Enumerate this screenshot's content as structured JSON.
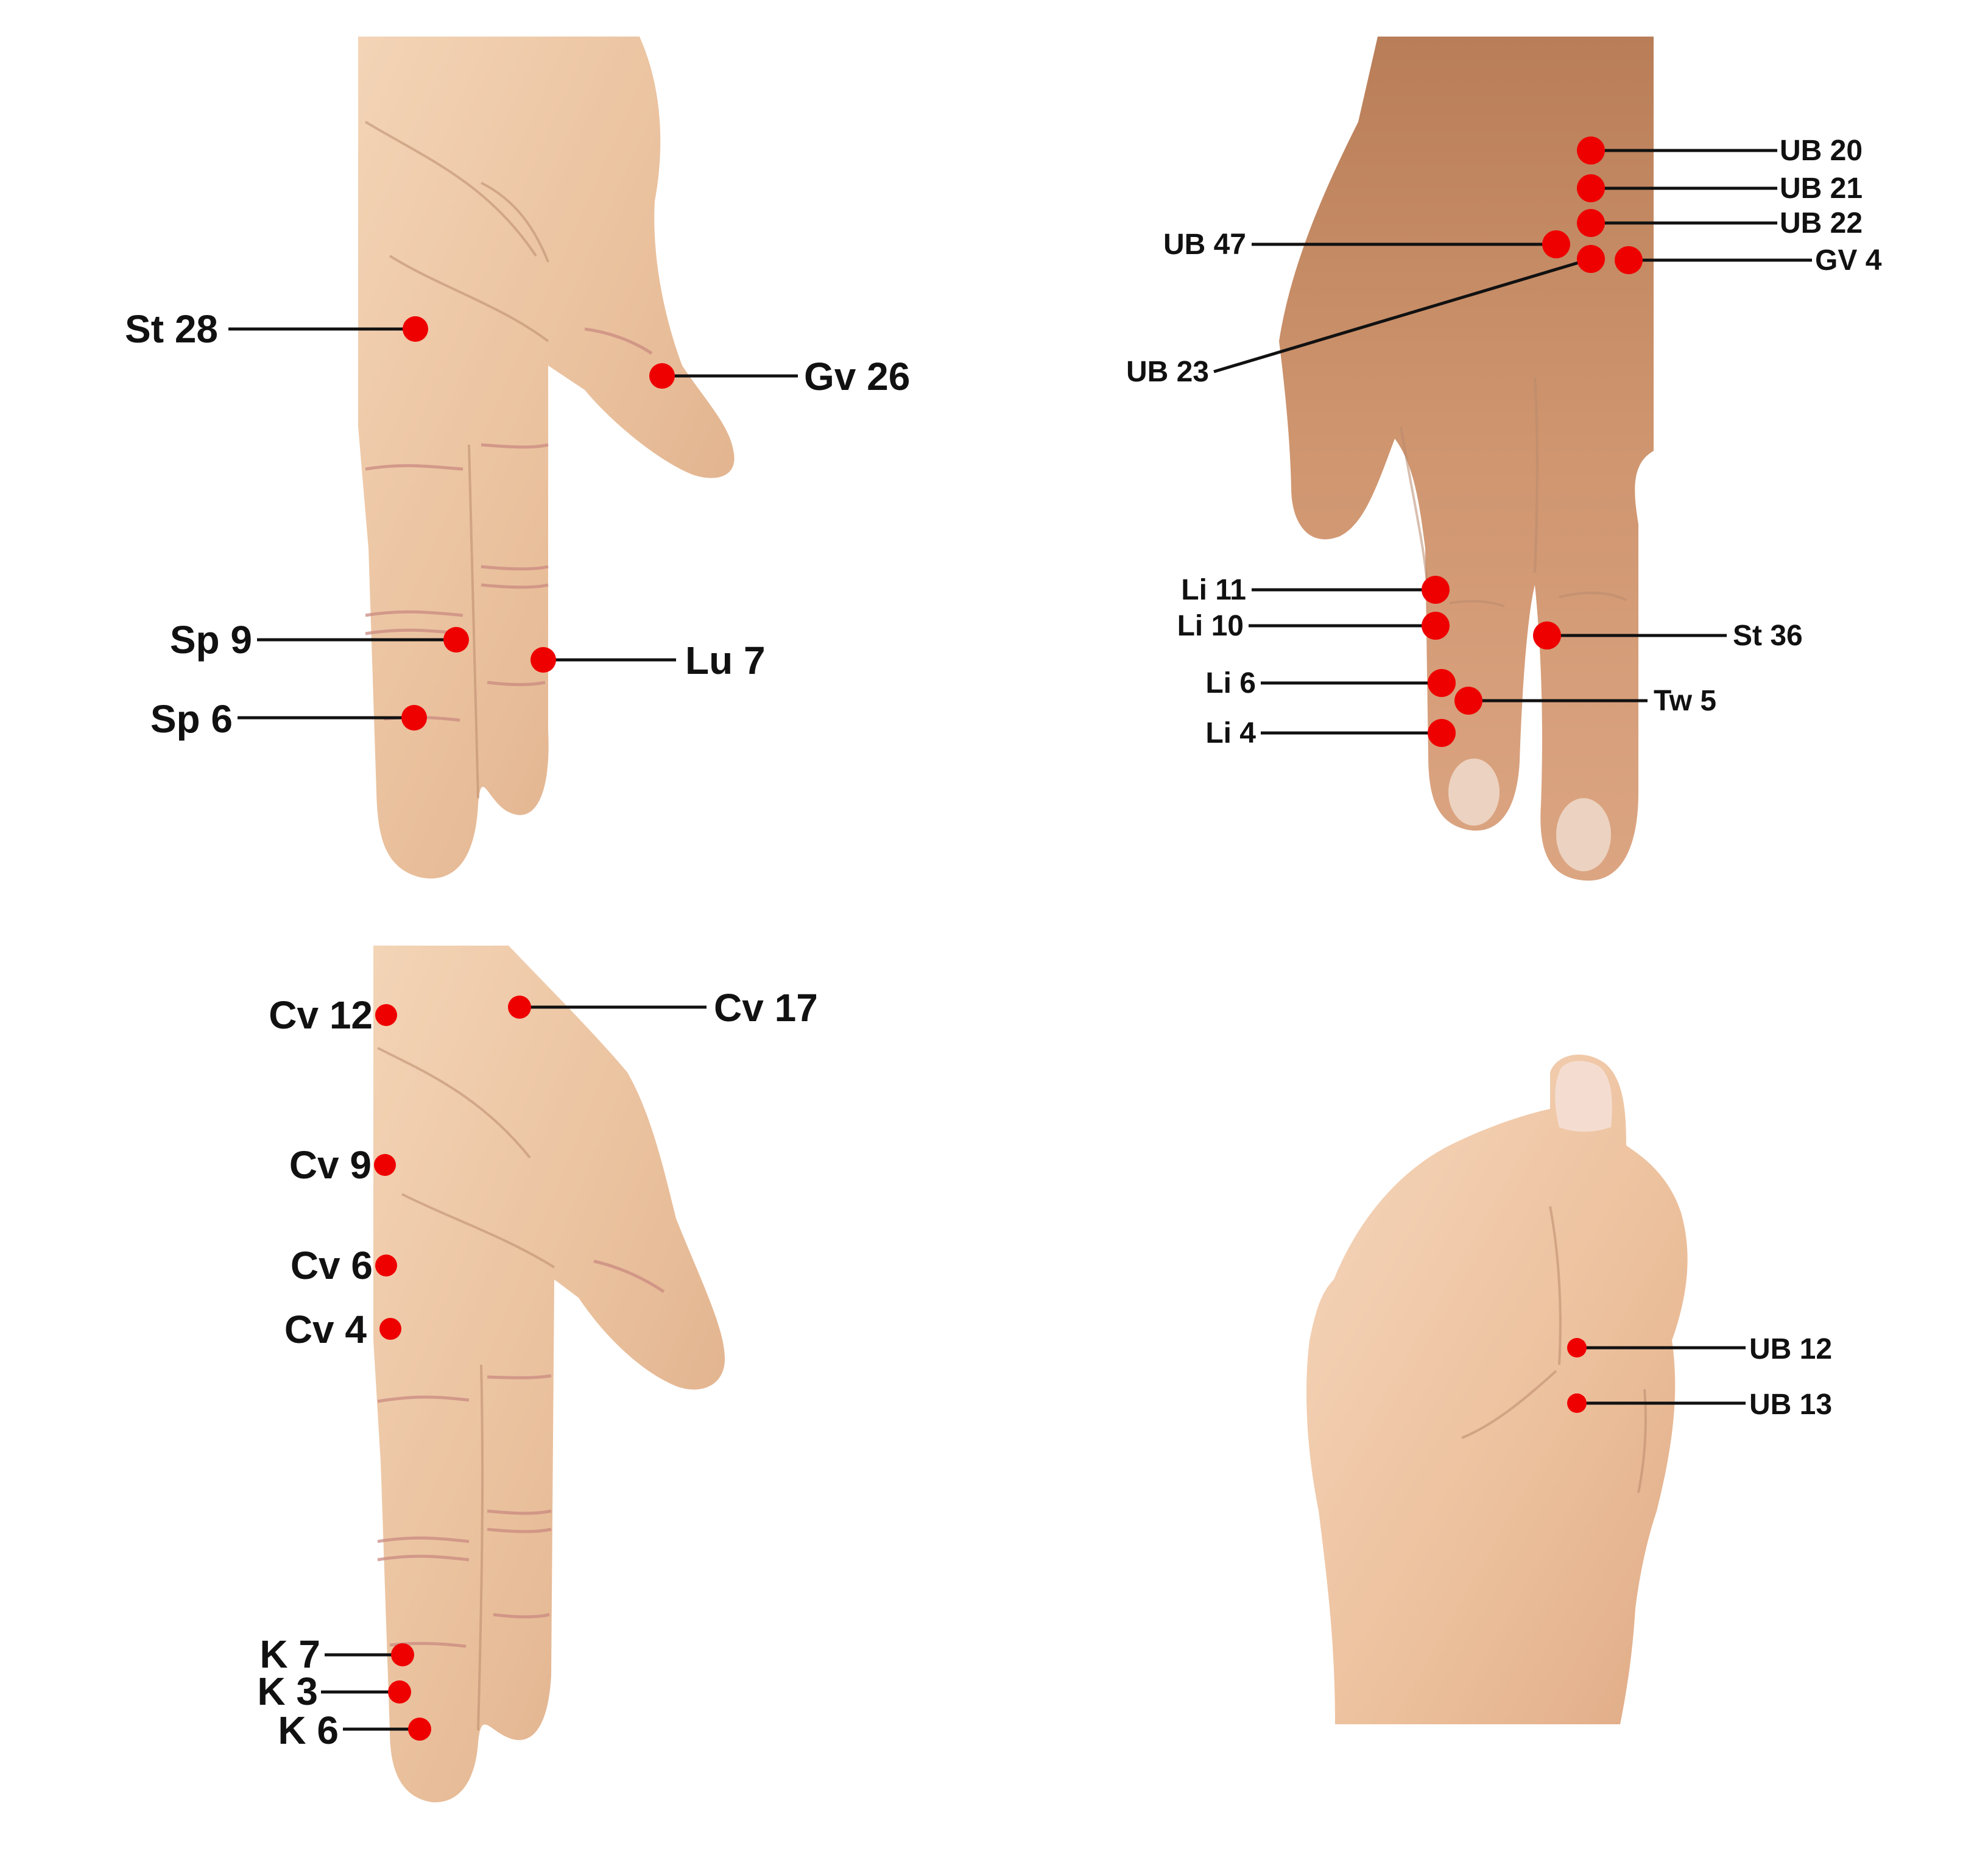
{
  "colors": {
    "point": "#ee0000",
    "leader": "#111111",
    "skin_light": "#efc9a8",
    "skin_mid": "#e4b58f",
    "skin_dark": "#c98f68",
    "crease": "#c98a80"
  },
  "panels": {
    "top_left": {
      "points": [
        {
          "label": "St 28"
        },
        {
          "label": "Gv 26"
        },
        {
          "label": "Sp 9"
        },
        {
          "label": "Lu 7"
        },
        {
          "label": "Sp 6"
        }
      ]
    },
    "top_right": {
      "points": [
        {
          "label": "UB 20"
        },
        {
          "label": "UB 21"
        },
        {
          "label": "UB 22"
        },
        {
          "label": "GV 4"
        },
        {
          "label": "UB 47"
        },
        {
          "label": "UB 23"
        },
        {
          "label": "Li 11"
        },
        {
          "label": "Li 10"
        },
        {
          "label": "St 36"
        },
        {
          "label": "Li 6"
        },
        {
          "label": "Tw 5"
        },
        {
          "label": "Li 4"
        }
      ]
    },
    "bottom_left": {
      "points": [
        {
          "label": "Cv 12"
        },
        {
          "label": "Cv 17"
        },
        {
          "label": "Cv 9"
        },
        {
          "label": "Cv 6"
        },
        {
          "label": "Cv 4"
        },
        {
          "label": "K 7"
        },
        {
          "label": "K 3"
        },
        {
          "label": "K 6"
        }
      ]
    },
    "bottom_right": {
      "points": [
        {
          "label": "UB 12"
        },
        {
          "label": "UB 13"
        }
      ]
    }
  }
}
